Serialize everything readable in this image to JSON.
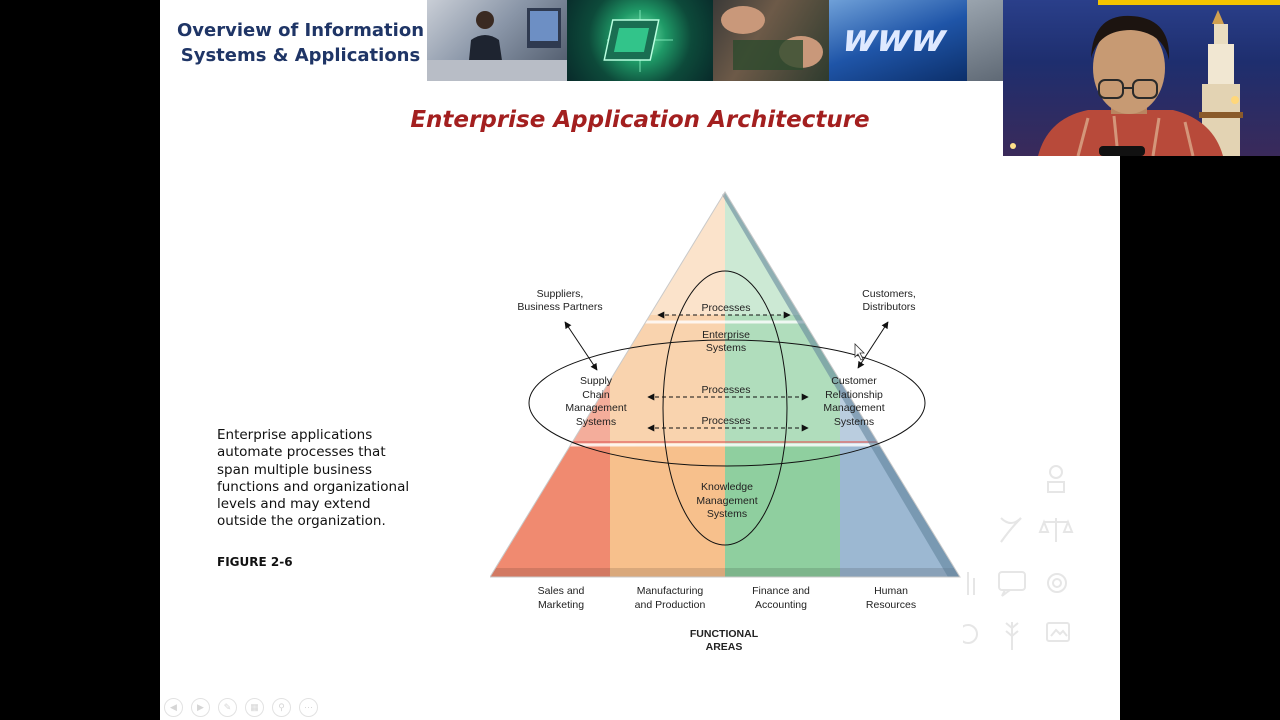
{
  "header": {
    "line1": "Overview of Information",
    "line2": "Systems & Applications"
  },
  "slide_title": "Enterprise Application Architecture",
  "caption": {
    "text": "Enterprise applications automate processes that span multiple business functions and organizational levels and may extend outside the organization.",
    "figure": "FIGURE 2-6"
  },
  "banner": {
    "www_text": "www"
  },
  "diagram": {
    "suppliers_1": "Suppliers,",
    "suppliers_2": "Business Partners",
    "customers_1": "Customers,",
    "customers_2": "Distributors",
    "processes_top": "Processes",
    "enterprise_1": "Enterprise",
    "enterprise_2": "Systems",
    "processes_mid": "Processes",
    "processes_low": "Processes",
    "scm_1": "Supply",
    "scm_2": "Chain",
    "scm_3": "Management",
    "scm_4": "Systems",
    "crm_1": "Customer",
    "crm_2": "Relationship",
    "crm_3": "Management",
    "crm_4": "Systems",
    "km_1": "Knowledge",
    "km_2": "Management",
    "km_3": "Systems",
    "area1_1": "Sales and",
    "area1_2": "Marketing",
    "area2_1": "Manufacturing",
    "area2_2": "and Production",
    "area3_1": "Finance and",
    "area3_2": "Accounting",
    "area4_1": "Human",
    "area4_2": "Resources",
    "functional_1": "FUNCTIONAL",
    "functional_2": "AREAS"
  },
  "colors": {
    "title_red": "#a31f1f",
    "header_navy": "#1f3566",
    "sales": "#f08a70",
    "manufacturing": "#f7c08c",
    "finance": "#8fcf9f",
    "hr": "#9cb8d2"
  },
  "icons": [
    "chef-hat-icon",
    "scales-icon",
    "dna-icon",
    "chat-icon",
    "gear-icon",
    "leaf-icon",
    "chart-icon",
    "wheat-icon",
    "image-icon"
  ]
}
